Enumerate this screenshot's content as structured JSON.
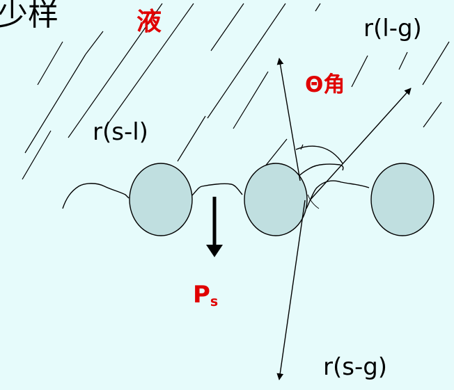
{
  "texts": {
    "title": "少样",
    "liquid": "液",
    "r_lg": "r(l-g)",
    "theta_angle": "Θ角",
    "r_sl": "r(s-l)",
    "ps_main": "P",
    "ps_sub": "s",
    "r_sg": "r(s-g)"
  },
  "colors": {
    "background": "#e6fbfb",
    "particle_fill": "#c0dfe0",
    "highlight_red": "#e00000",
    "line": "#000000"
  }
}
